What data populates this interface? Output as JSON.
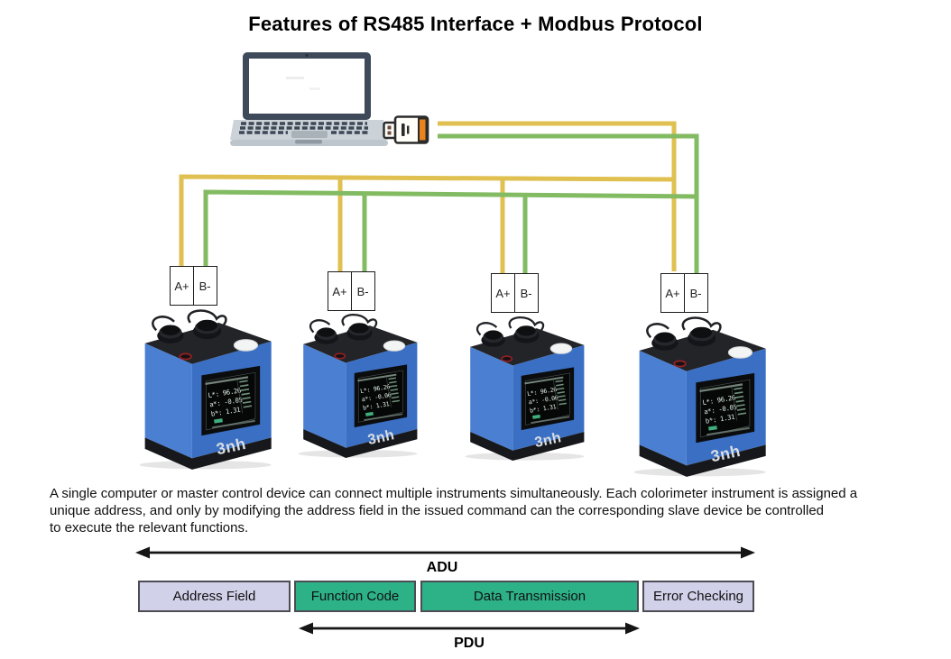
{
  "page": {
    "title": "Features of RS485 Interface + Modbus Protocol"
  },
  "description": {
    "lines": [
      "A single computer or master control device can connect multiple instruments simultaneously. Each colorimeter instrument is assigned a",
      "unique address, and only by modifying the address field in the issued command can the corresponding slave device be controlled",
      "to execute the relevant functions."
    ]
  },
  "terminals": {
    "a_label": "A+",
    "b_label": "B-"
  },
  "instruments": {
    "brand": "3nh",
    "units": [
      {
        "display": {
          "l": "L*: 96.26",
          "a": "a*: -0.05",
          "b": "b*: 1.31"
        }
      },
      {
        "display": {
          "l": "L*: 96.26",
          "a": "a*: -0.06",
          "b": "b*: 1.31"
        }
      },
      {
        "display": {
          "l": "L*: 96.26",
          "a": "a*: -0.06",
          "b": "b*: 1.31"
        }
      },
      {
        "display": {
          "l": "L*: 96.26",
          "a": "a*: -0.05",
          "b": "b*: 1.31"
        }
      }
    ]
  },
  "frame_diagram": {
    "adu_label": "ADU",
    "pdu_label": "PDU",
    "fields": [
      {
        "label": "Address Field"
      },
      {
        "label": "Function Code"
      },
      {
        "label": "Data Transmission"
      },
      {
        "label": "Error Checking"
      }
    ]
  },
  "colors": {
    "wire_a_yellow": "#dfc050",
    "wire_b_green": "#82bb62",
    "field_green": "#2db287",
    "field_lavender": "#d2d1ea",
    "instrument_blue": "#3a6fc4",
    "adapter_orange": "#e8831d"
  }
}
